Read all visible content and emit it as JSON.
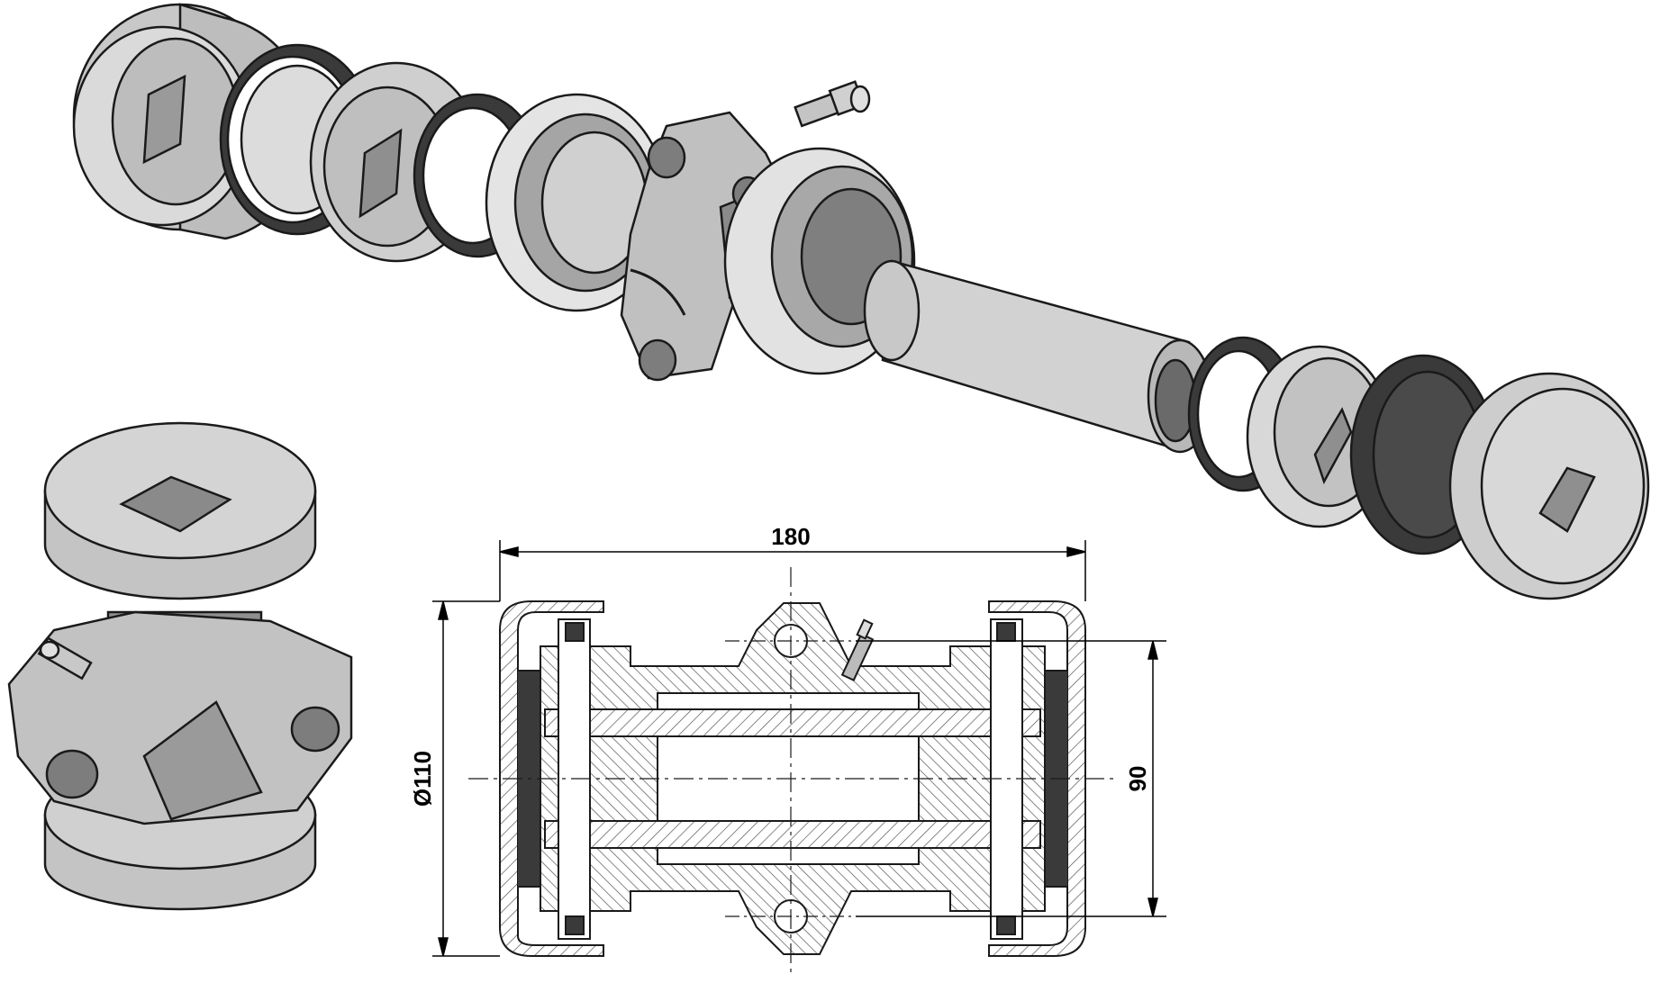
{
  "dimensions": {
    "overall_length": "180",
    "outer_diameter": "Ø110",
    "flange_hole_spacing": "90"
  },
  "colors": {
    "light_grey": "#d4d4d4",
    "mid_grey": "#a9a9a9",
    "dark_grey": "#7d7d7d",
    "rubber_dark": "#3a3a3a",
    "outline": "#1a1a1a",
    "hatch": "#555555",
    "background": "#ffffff"
  },
  "views": [
    "exploded-3d-view",
    "assembled-3d-view",
    "section-drawing"
  ]
}
